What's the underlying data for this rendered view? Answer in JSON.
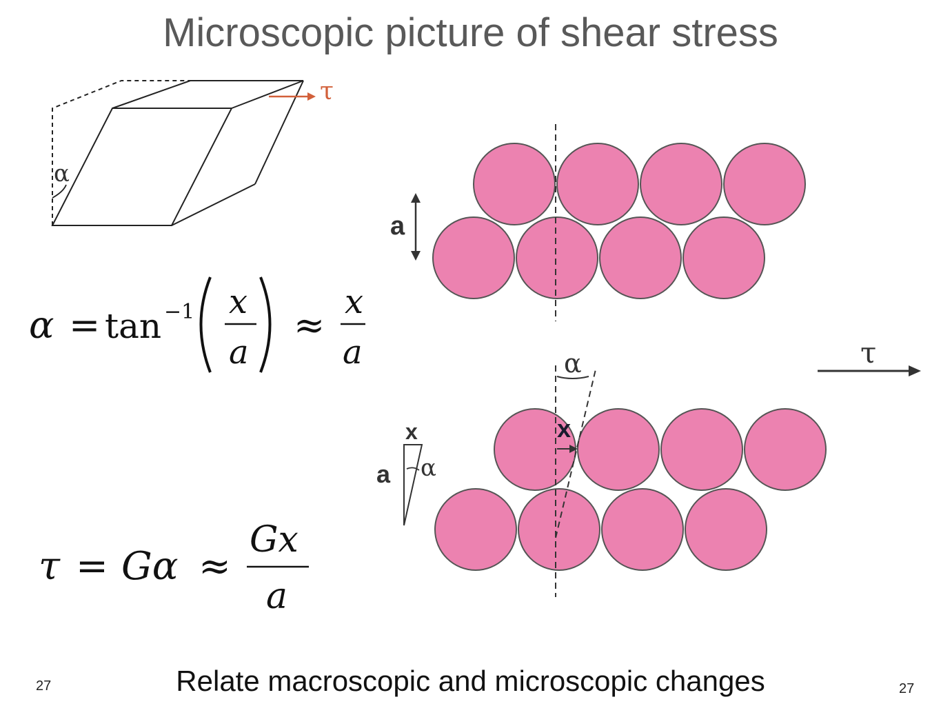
{
  "slide": {
    "title": "Microscopic picture of shear stress",
    "caption": "Relate macroscopic and microscopic changes",
    "page_number_left": "27",
    "page_number_right": "27"
  },
  "block_diagram": {
    "shear_symbol": "τ",
    "angle_symbol": "α",
    "arrow_color": "#d2603a"
  },
  "equation1": {
    "lhs": "α",
    "eq": "=",
    "func": "tan",
    "exponent": "−1",
    "numerator": "x",
    "denominator": "a",
    "approx": "≈",
    "rhs_numerator": "x",
    "rhs_denominator": "a"
  },
  "equation2": {
    "lhs": "τ",
    "eq": "=",
    "middle": "Gα",
    "approx": "≈",
    "numerator": "Gx",
    "denominator": "a"
  },
  "atoms_diagram": {
    "atom_color": "#ec82b0",
    "atom_stroke": "#555555",
    "spacing_label": "a",
    "displacement_label": "x",
    "angle_label": "α",
    "shear_label": "τ",
    "triangle_x": "x",
    "triangle_a": "a",
    "triangle_alpha": "α"
  }
}
